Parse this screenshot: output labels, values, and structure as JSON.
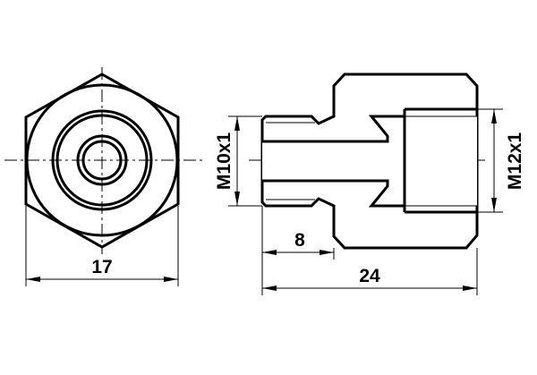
{
  "drawing": {
    "front_view": {
      "width_dimension": "17"
    },
    "section_view": {
      "left_thread": "M10x1",
      "right_thread": "M12x1",
      "shoulder_length": "8",
      "total_length": "24"
    }
  },
  "colors": {
    "line": "#000000",
    "background": "#ffffff"
  }
}
